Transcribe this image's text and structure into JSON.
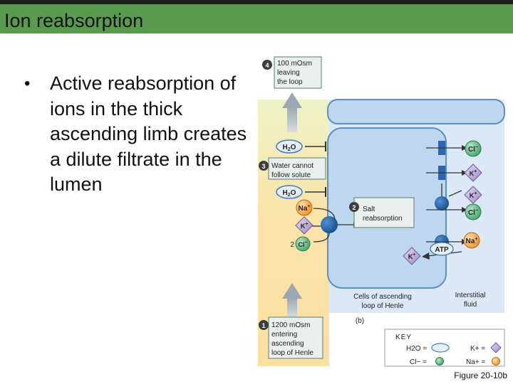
{
  "title": "Ion reabsorption",
  "bullet": "Active reabsorption of ions in the thick ascending limb creates a dilute filtrate in the lumen",
  "diagram": {
    "steps": {
      "step1": {
        "num": "1",
        "lines": [
          "1200 mOsm",
          "entering",
          "ascending",
          "loop of Henle"
        ]
      },
      "step2": {
        "num": "2",
        "lines": [
          "Salt",
          "reabsorption"
        ]
      },
      "step3": {
        "num": "3",
        "lines": [
          "Water cannot",
          "follow solute"
        ]
      },
      "step4": {
        "num": "4",
        "lines": [
          "100 mOsm",
          "leaving",
          "the loop"
        ]
      }
    },
    "water": "H2O",
    "na": "Na+",
    "k": "K+",
    "cl": "Cl−",
    "two_cl_prefix": "2",
    "atp": "ATP",
    "cells_label": [
      "Cells of ascending",
      "loop of Henle"
    ],
    "interstitial_label": [
      "Interstitial",
      "fluid"
    ],
    "panel": "(b)",
    "key": {
      "title": "KEY",
      "h2o": "H2O =",
      "k": "K+ =",
      "cl": "Cl− =",
      "na": "Na+ ="
    },
    "figure": "Figure 20-10b",
    "colors": {
      "lumen": "#fbe3a8",
      "cell": "#bcd7ef",
      "cell_border": "#5a8fc4",
      "na": "#f7a84a",
      "k": "#b9a8d6",
      "cl": "#7fc99a",
      "pump": "#1f5fa6",
      "title_bar": "#5a9a4f"
    }
  }
}
